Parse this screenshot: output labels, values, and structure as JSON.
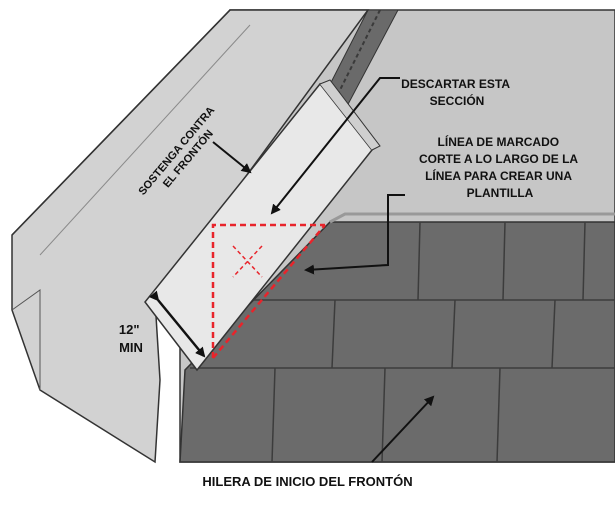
{
  "labels": {
    "hold_against_gable": [
      "SOSTENGA CONTRA",
      "EL FRONTÓN"
    ],
    "discard_section": [
      "DESCARTAR ESTA",
      "SECCIÓN"
    ],
    "score_line": [
      "LÍNEA DE MARCADO",
      "CORTE A LO LARGO DE LA",
      "LÍNEA PARA CREAR UNA",
      "PLANTILLA"
    ],
    "dimension": [
      "12\"",
      "MIN"
    ],
    "gable_starter_course": "HILERA DE INICIO DEL FRONTÓN"
  },
  "colors": {
    "background": "#ffffff",
    "roof_deck": "#c6c6c6",
    "gable_trim": "#d2d2d2",
    "shingle": "#6b6b6b",
    "shingle_line": "#3c3c3c",
    "template": "#e8e8e8",
    "cut_line": "#e8242b",
    "arrow": "#111111"
  }
}
